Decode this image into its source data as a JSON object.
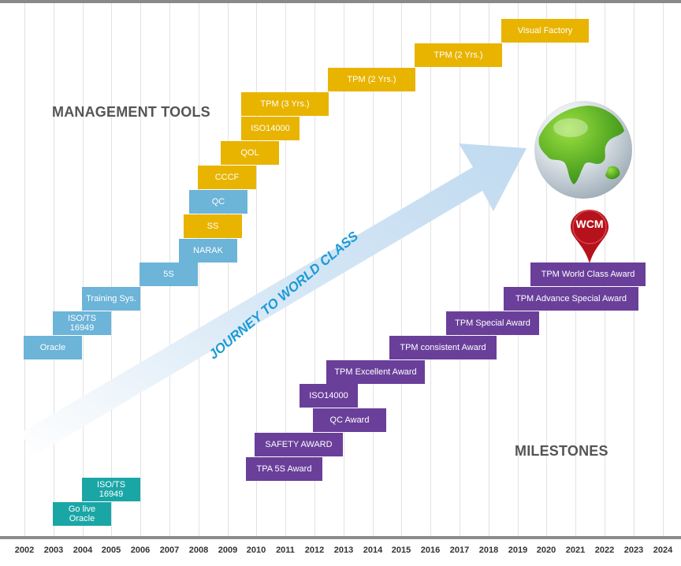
{
  "headings": {
    "management": "MANAGEMENT TOOLS",
    "milestones": "MILESTONES",
    "arrow": "JOURNEY TO WORLD CLASS",
    "pin": "WCM"
  },
  "years": [
    "2002",
    "2003",
    "2004",
    "2005",
    "2006",
    "2007",
    "2008",
    "2009",
    "2010",
    "2011",
    "2012",
    "2013",
    "2014",
    "2015",
    "2016",
    "2017",
    "2018",
    "2019",
    "2020",
    "2021",
    "2022",
    "2023",
    "2024"
  ],
  "management_tools": [
    {
      "label": "Visual Factory"
    },
    {
      "label": "TPM (2 Yrs.)"
    },
    {
      "label": "TPM (2 Yrs.)"
    },
    {
      "label": "TPM (3 Yrs.)"
    },
    {
      "label": "ISO14000"
    },
    {
      "label": "QOL"
    },
    {
      "label": "CCCF"
    },
    {
      "label": "QC"
    },
    {
      "label": "SS"
    },
    {
      "label": "NARAK"
    },
    {
      "label": "5S"
    },
    {
      "label": "Training Sys."
    },
    {
      "label": "ISO/TS\n16949"
    },
    {
      "label": "Oracle"
    }
  ],
  "milestones": [
    {
      "label": "TPM World Class Award"
    },
    {
      "label": "TPM Advance Special Award"
    },
    {
      "label": "TPM Special Award"
    },
    {
      "label": "TPM consistent Award"
    },
    {
      "label": "TPM Excellent Award"
    },
    {
      "label": "ISO14000"
    },
    {
      "label": "QC Award"
    },
    {
      "label": "SAFETY AWARD"
    },
    {
      "label": "TPA 5S Award"
    }
  ],
  "early": [
    {
      "label": "ISO/TS\n16949"
    },
    {
      "label": "Go live\nOracle"
    }
  ],
  "colors": {
    "management": "#e8b400",
    "management_early": "#6cb4d8",
    "milestones": "#6a3f9a",
    "early": "#1ba6a6",
    "arrow_text": "#1b9ad6",
    "pin": "#b5121b"
  }
}
